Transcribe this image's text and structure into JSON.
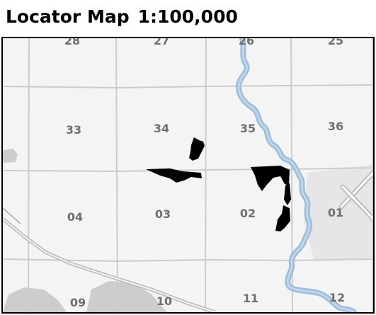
{
  "header": {
    "title": "Locator Map",
    "scale": "1:100,000"
  },
  "map": {
    "sections": [
      {
        "id": "28",
        "label": "28"
      },
      {
        "id": "27",
        "label": "27"
      },
      {
        "id": "26",
        "label": "26"
      },
      {
        "id": "25",
        "label": "25"
      },
      {
        "id": "33",
        "label": "33"
      },
      {
        "id": "34",
        "label": "34"
      },
      {
        "id": "35",
        "label": "35"
      },
      {
        "id": "36",
        "label": "36"
      },
      {
        "id": "04",
        "label": "04"
      },
      {
        "id": "03",
        "label": "03"
      },
      {
        "id": "02",
        "label": "02"
      },
      {
        "id": "01",
        "label": "01"
      },
      {
        "id": "09",
        "label": "09"
      },
      {
        "id": "10",
        "label": "10"
      },
      {
        "id": "11",
        "label": "11"
      },
      {
        "id": "12",
        "label": "12"
      }
    ],
    "colors": {
      "background": "#f4f4f4",
      "grid": "#cccccc",
      "river": "#9cbddc",
      "parcel": "#000000",
      "terrain": "#cfcfcf",
      "airport": "#e4e4e4",
      "road": "#b8b8b8"
    }
  }
}
